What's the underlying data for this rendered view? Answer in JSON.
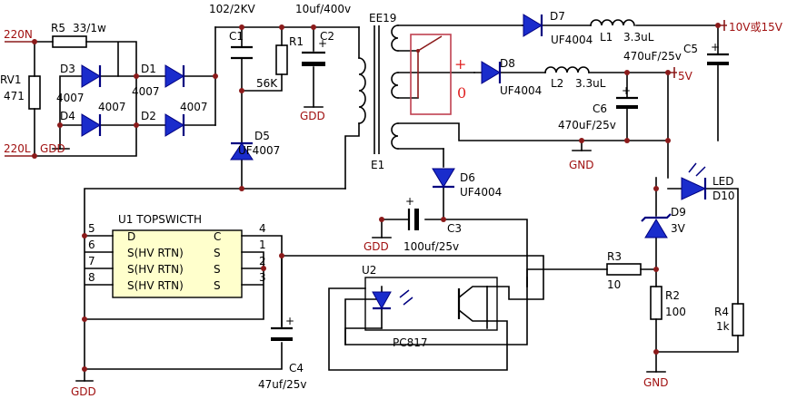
{
  "nets": {
    "ac_n": "220N",
    "ac_l": "220L",
    "gnd_primary": "GDD",
    "gnd_chip": "GDD",
    "gnd_c2": "GDD",
    "gnd_c3": "GDD",
    "gnd_c4": "GDD",
    "gnd_out": "GND",
    "gnd_fb": "GND",
    "out_high": "10V或15V",
    "out_5v": "5V"
  },
  "parts": {
    "r5": {
      "ref": "R5",
      "value": "33/1w"
    },
    "rv1": {
      "ref": "RV1",
      "value": "471"
    },
    "d1": {
      "ref": "D1",
      "value": "4007"
    },
    "d2": {
      "ref": "D2",
      "value": "4007"
    },
    "d3": {
      "ref": "D3",
      "value": "4007"
    },
    "d4": {
      "ref": "D4",
      "value": "4007"
    },
    "c1": {
      "ref": "C1",
      "value": "102/2KV"
    },
    "r1": {
      "ref": "R1",
      "value": "56K"
    },
    "c2": {
      "ref": "C2",
      "value": "10uf/400v"
    },
    "d5": {
      "ref": "D5",
      "value": "UF4007"
    },
    "t1": {
      "ref": "EE19",
      "pin": "E1"
    },
    "d7": {
      "ref": "D7",
      "value": "UF4004"
    },
    "l1": {
      "ref": "L1",
      "value": "3.3uL"
    },
    "c5": {
      "ref": "C5",
      "value": "470uF/25v"
    },
    "d8": {
      "ref": "D8",
      "value": "UF4004"
    },
    "l2": {
      "ref": "L2",
      "value": "3.3uL"
    },
    "c6": {
      "ref": "C6",
      "value": "470uF/25v"
    },
    "d6": {
      "ref": "D6",
      "value": "UF4004"
    },
    "c3": {
      "ref": "C3",
      "value": "100uf/25v"
    },
    "c4": {
      "ref": "C4",
      "value": "47uf/25v"
    },
    "led": {
      "ref": "D10",
      "value": "LED"
    },
    "d9": {
      "ref": "D9",
      "value": "3V"
    },
    "r3": {
      "ref": "R3",
      "value": "10"
    },
    "r2": {
      "ref": "R2",
      "value": "100"
    },
    "r4": {
      "ref": "R4",
      "value": "1k"
    },
    "u2": {
      "ref": "U2",
      "value": "PC817"
    }
  },
  "switch": {
    "plus": "+",
    "zero": "0"
  },
  "u1": {
    "title": "U1  TOPSWICTH",
    "left_pins": [
      "5",
      "6",
      "7",
      "8"
    ],
    "right_pins": [
      "4",
      "1",
      "2",
      "3"
    ],
    "left_names": [
      "D",
      "S(HV RTN)",
      "S(HV RTN)",
      "S(HV RTN)"
    ],
    "right_names": [
      "C",
      "S",
      "S",
      "S"
    ]
  },
  "colors": {
    "wire": "#000000",
    "diode": "#1a2ccc",
    "junction": "#8b1a1a",
    "switch": "#e02020"
  }
}
